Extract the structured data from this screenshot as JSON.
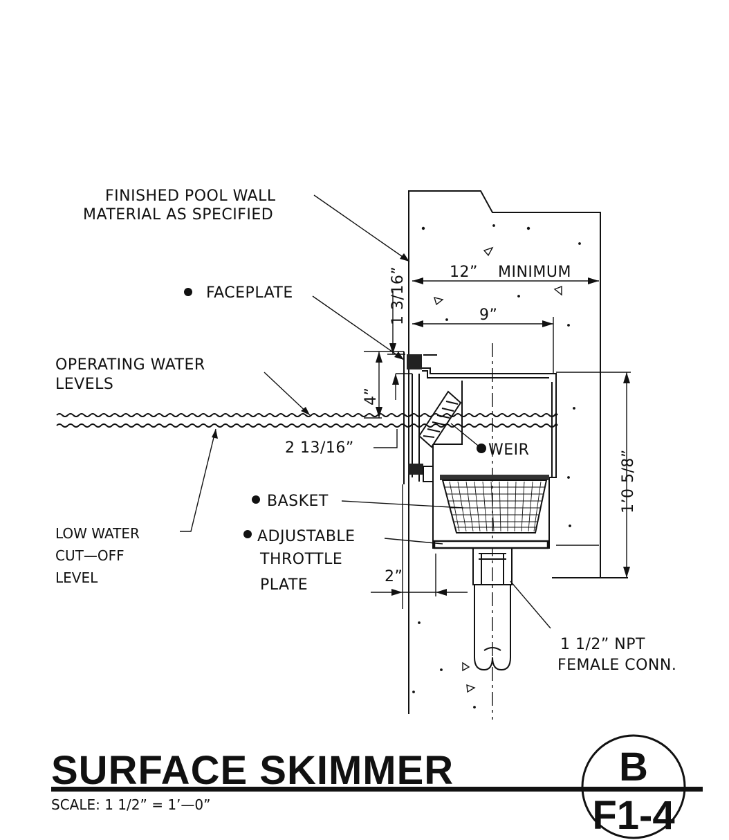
{
  "labels": {
    "pool_wall_1": "FINISHED POOL WALL",
    "pool_wall_2": "MATERIAL AS SPECIFIED",
    "faceplate": "FACEPLATE",
    "operating_1": "OPERATING WATER",
    "operating_2": "LEVELS",
    "low_water_1": "LOW WATER",
    "low_water_2": "CUT—OFF",
    "low_water_3": "LEVEL",
    "basket": "BASKET",
    "adjustable_1": "ADJUSTABLE",
    "adjustable_2": "THROTTLE",
    "adjustable_3": "PLATE",
    "weir": "WEIR",
    "npt_1": "1  1/2”  NPT",
    "npt_2": "FEMALE  CONN."
  },
  "dimensions": {
    "min_depth_value": "12”",
    "min_depth_word": "MINIMUM",
    "nine": "9”",
    "vertical_top": "1 3/16”",
    "four": "4”",
    "two_13_16": "2  13/16”",
    "two": "2”",
    "overall_height": "1’0  5/8”"
  },
  "title_block": {
    "title": "SURFACE SKIMMER",
    "scale": "SCALE:  1  1/2”  =  1’—0”",
    "detail_letter": "B",
    "sheet": "F1-4"
  }
}
